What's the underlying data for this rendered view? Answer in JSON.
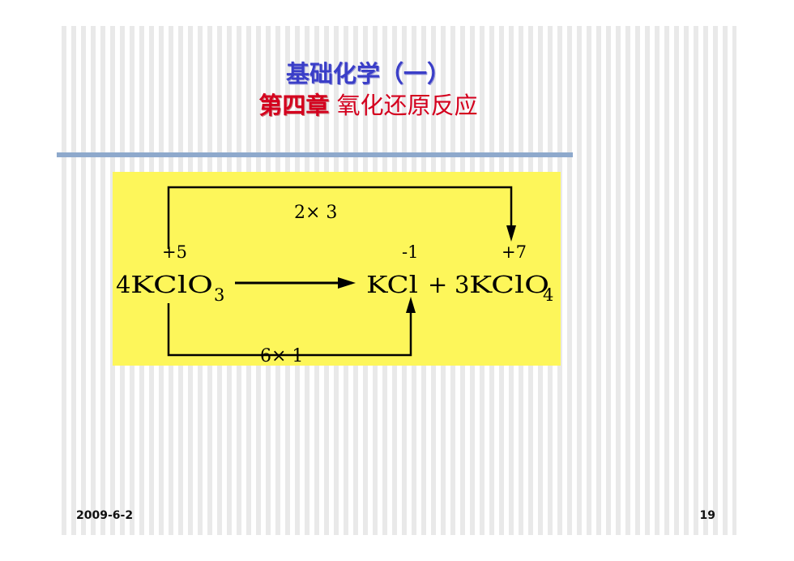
{
  "title": {
    "main": "基础化学（一）",
    "chapter": "第四章",
    "topic": "氧化还原反应"
  },
  "equation": {
    "top_electron_transfer": "2× 3",
    "bottom_electron_transfer": "6× 1",
    "ox_state_reactant_cl": "+5",
    "ox_state_kcl_cl": "-1",
    "ox_state_kclo4_cl": "+7",
    "reactant_coefficient": "4",
    "reactant_formula": "KClO",
    "reactant_subscript": "3",
    "product1_formula": "KCl",
    "plus_sign": "+",
    "product2_coefficient": "3",
    "product2_formula": "KClO",
    "product2_subscript": "4",
    "box_color": "#fdf65a"
  },
  "footer": {
    "date": "2009-6-2",
    "page_number": "19"
  }
}
